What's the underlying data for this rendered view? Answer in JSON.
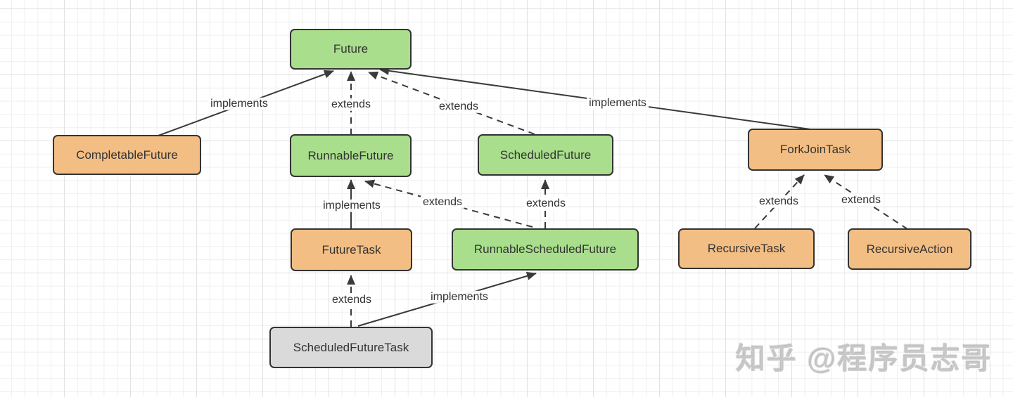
{
  "colors": {
    "interface_green": "#a8de8c",
    "class_orange": "#f3be84",
    "inner_class_gray": "#dadada",
    "node_border": "#333333",
    "edge_line": "#3a3a3a",
    "grid_minor": "#efefef",
    "grid_major": "#e2e2e2"
  },
  "nodes": [
    {
      "id": "future",
      "label": "Future",
      "color": "green"
    },
    {
      "id": "completable-future",
      "label": "CompletableFuture",
      "color": "orange"
    },
    {
      "id": "runnable-future",
      "label": "RunnableFuture",
      "color": "green"
    },
    {
      "id": "scheduled-future",
      "label": "ScheduledFuture",
      "color": "green"
    },
    {
      "id": "fork-join-task",
      "label": "ForkJoinTask",
      "color": "orange"
    },
    {
      "id": "future-task",
      "label": "FutureTask",
      "color": "orange"
    },
    {
      "id": "runnable-scheduled-future",
      "label": "RunnableScheduledFuture",
      "color": "green"
    },
    {
      "id": "recursive-task",
      "label": "RecursiveTask",
      "color": "orange"
    },
    {
      "id": "recursive-action",
      "label": "RecursiveAction",
      "color": "orange"
    },
    {
      "id": "scheduled-future-task",
      "label": "ScheduledFutureTask",
      "color": "gray"
    }
  ],
  "edges": [
    {
      "from": "CompletableFuture",
      "to": "Future",
      "label": "implements",
      "style": "solid"
    },
    {
      "from": "RunnableFuture",
      "to": "Future",
      "label": "extends",
      "style": "dashed"
    },
    {
      "from": "ScheduledFuture",
      "to": "Future",
      "label": "extends",
      "style": "dashed"
    },
    {
      "from": "ForkJoinTask",
      "to": "Future",
      "label": "implements",
      "style": "solid"
    },
    {
      "from": "FutureTask",
      "to": "RunnableFuture",
      "label": "implements",
      "style": "solid"
    },
    {
      "from": "RunnableScheduledFuture",
      "to": "RunnableFuture",
      "label": "extends",
      "style": "dashed"
    },
    {
      "from": "RunnableScheduledFuture",
      "to": "ScheduledFuture",
      "label": "extends",
      "style": "dashed"
    },
    {
      "from": "RecursiveTask",
      "to": "ForkJoinTask",
      "label": "extends",
      "style": "dashed"
    },
    {
      "from": "RecursiveAction",
      "to": "ForkJoinTask",
      "label": "extends",
      "style": "dashed"
    },
    {
      "from": "ScheduledFutureTask",
      "to": "FutureTask",
      "label": "extends",
      "style": "dashed"
    },
    {
      "from": "ScheduledFutureTask",
      "to": "RunnableScheduledFuture",
      "label": "implements",
      "style": "solid"
    }
  ],
  "watermark": {
    "text": "知乎 @程序员志哥"
  }
}
